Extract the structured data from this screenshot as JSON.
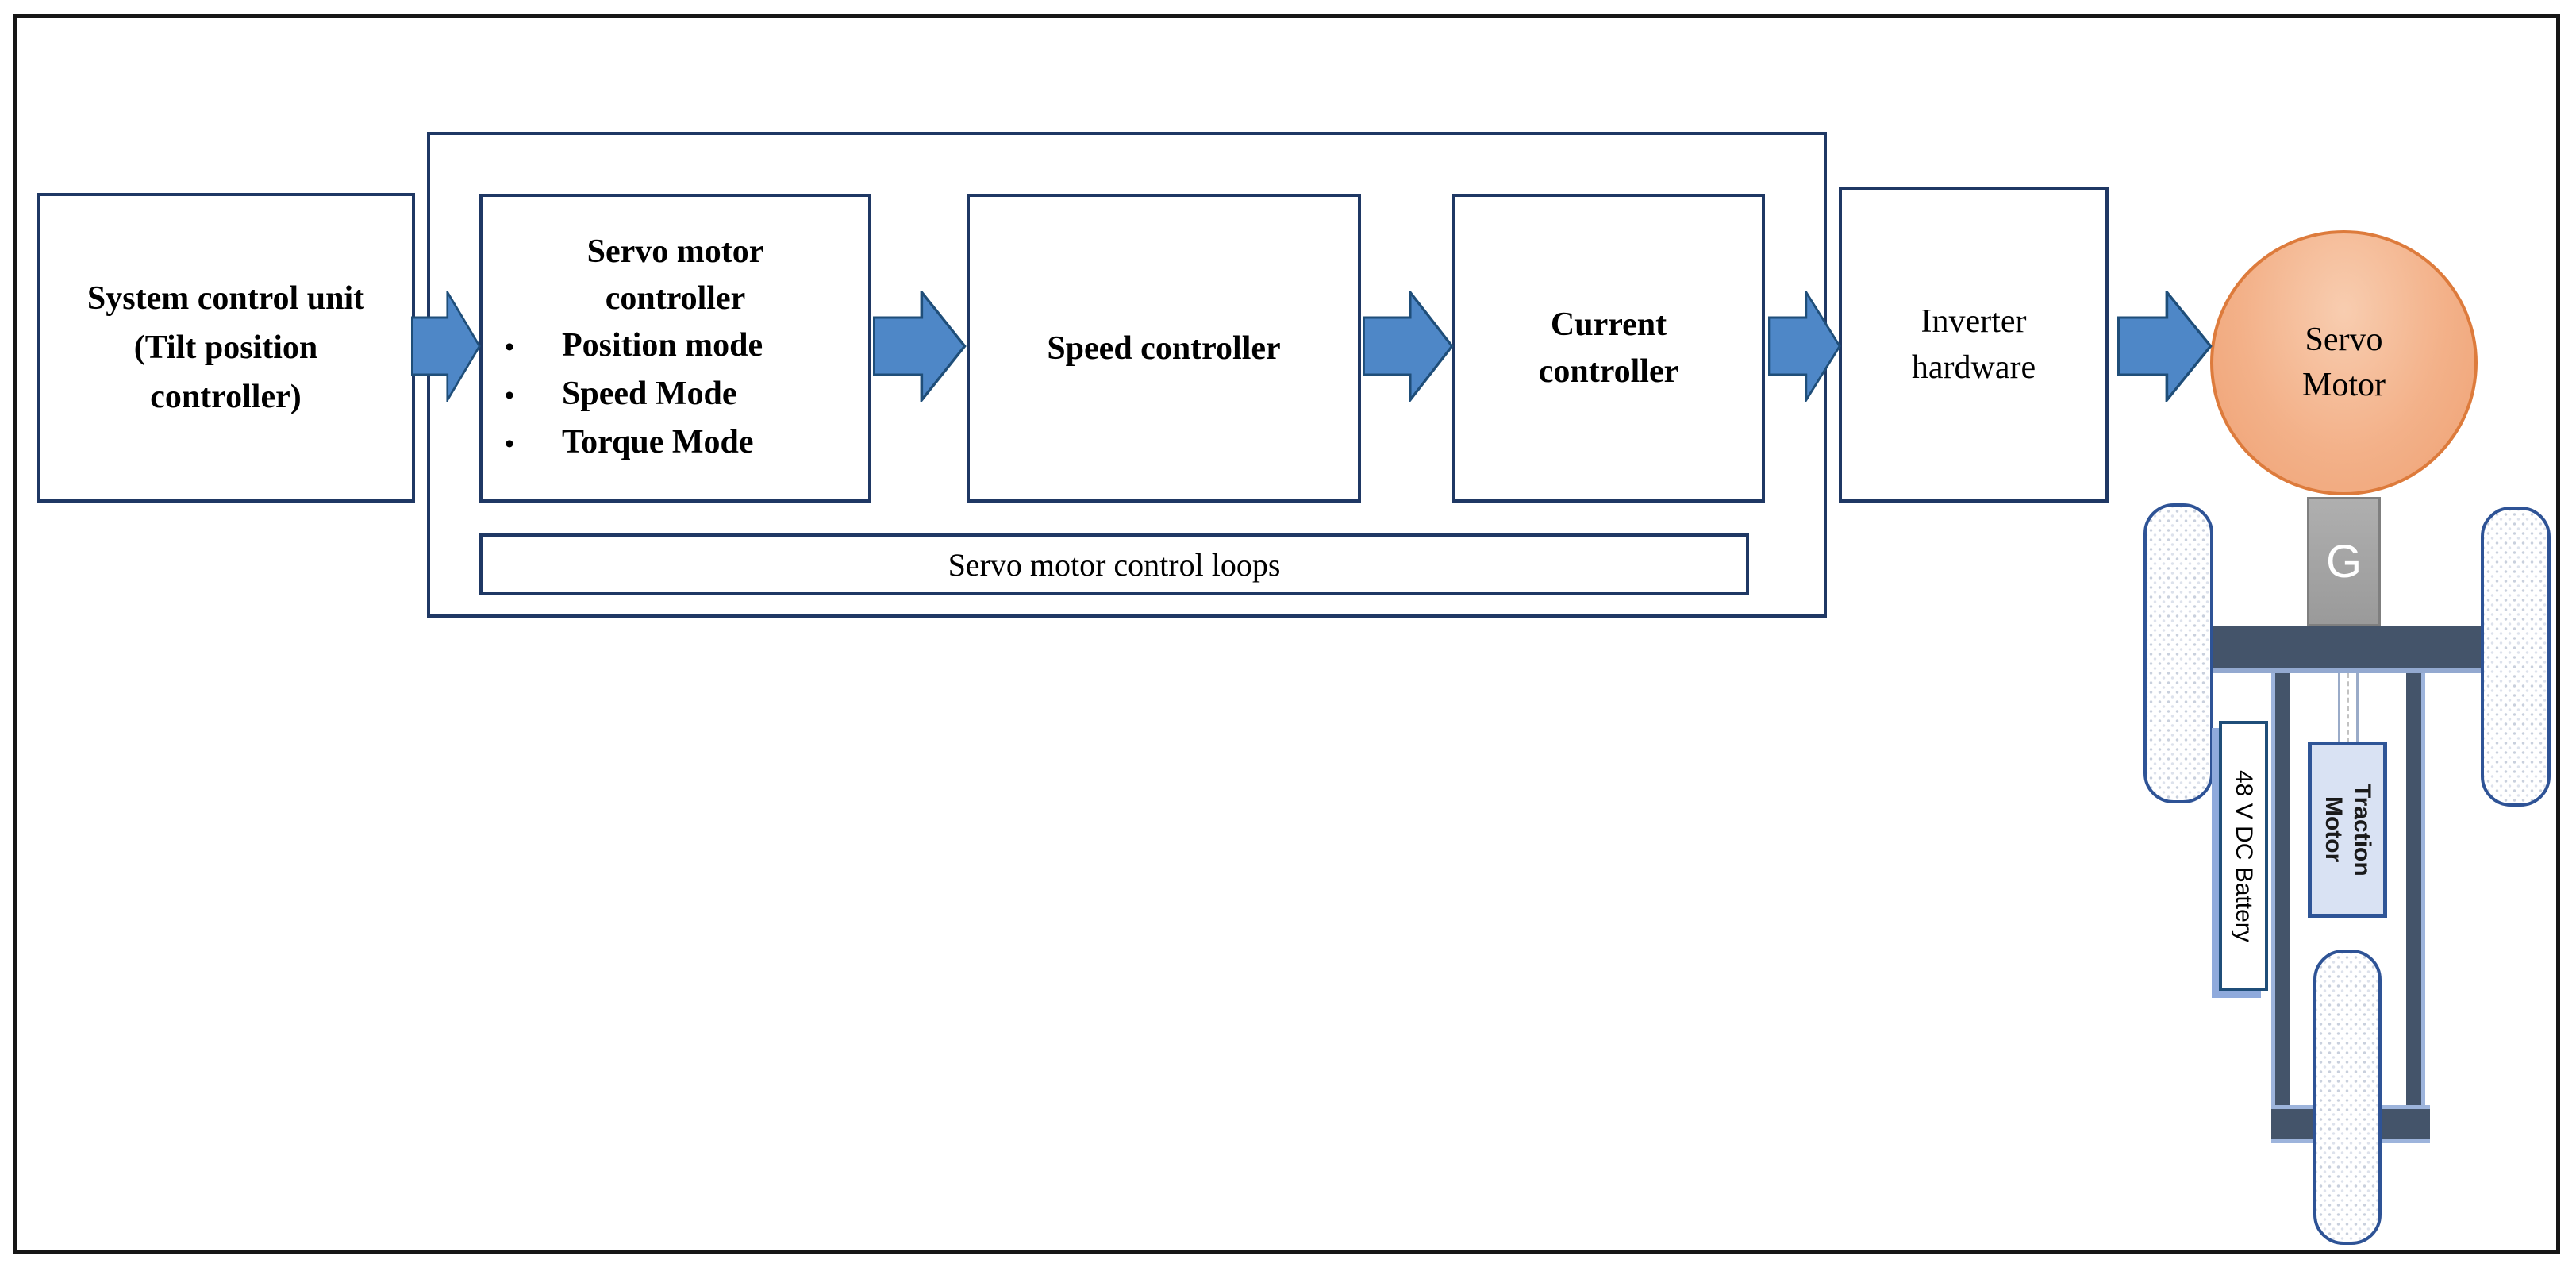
{
  "diagram": {
    "bullet_char": "•",
    "system_control": {
      "lines": [
        "System control unit",
        "(Tilt position",
        "controller)"
      ]
    },
    "servo_controller": {
      "title_lines": [
        "Servo motor",
        "controller"
      ],
      "bullets": [
        "Position mode",
        "Speed Mode",
        "Torque Mode"
      ]
    },
    "speed_controller": {
      "label": "Speed controller"
    },
    "current_controller": {
      "lines": [
        "Current",
        "controller"
      ]
    },
    "loops_label": "Servo motor control loops",
    "inverter": {
      "lines": [
        "Inverter",
        "hardware"
      ]
    },
    "servo_motor": {
      "lines": [
        "Servo",
        "Motor"
      ]
    }
  },
  "vehicle": {
    "gearbox_label": "G",
    "battery_label": "48 V DC Battery",
    "traction_motor_lines": [
      "Traction",
      "Motor"
    ]
  },
  "colors": {
    "outer_border": "#161616",
    "box_border": "#1F3864",
    "arrow_fill": "#4E87C7",
    "arrow_stroke": "#1F4E79",
    "motor_fill_light": "#F8CDB0",
    "motor_fill_dark": "#EFA173",
    "motor_border": "#DD7B3C",
    "gearbox_fill": "#A6A6A6",
    "frame": "#44546A",
    "frame_accent": "#8FAADC",
    "wheel_border": "#2E5396",
    "traction_fill": "#D9E2F3",
    "traction_border": "#2F5597",
    "battery_border": "#1F4E79"
  }
}
